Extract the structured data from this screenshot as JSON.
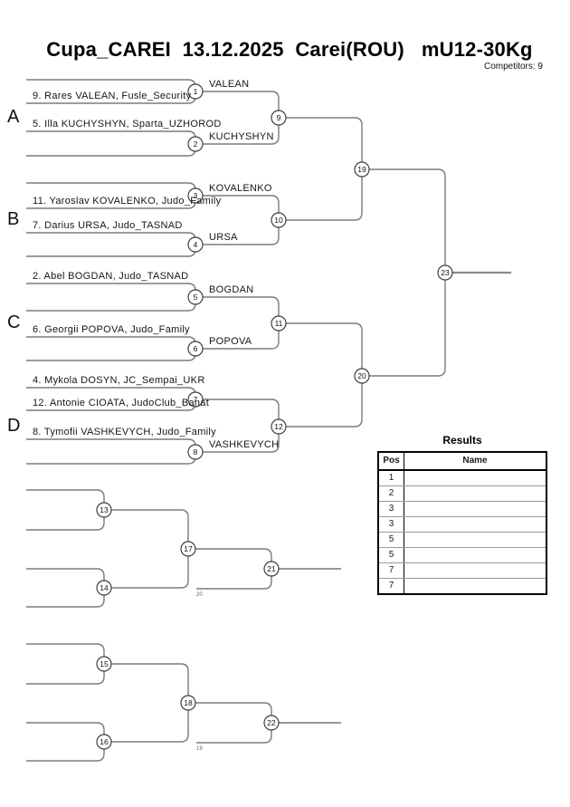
{
  "header": {
    "title": "Cupa_CAREI  13.12.2025  Carei(ROU)   mU12-30Kg",
    "competitors": "Competitors: 9"
  },
  "groups": {
    "a": "A",
    "b": "B",
    "c": "C",
    "d": "D"
  },
  "competitors": [
    {
      "name": "9. Rares VALEAN, Fusle_Security"
    },
    {
      "name": "5. Illa KUCHYSHYN, Sparta_UZHOROD"
    },
    {
      "name": "11. Yaroslav KOVALENKO, Judo_Family"
    },
    {
      "name": "7. Darius URSA, Judo_TASNAD"
    },
    {
      "name": "2. Abel BOGDAN, Judo_TASNAD"
    },
    {
      "name": "6. Georgii POPOVA, Judo_Family"
    },
    {
      "name": "4. Mykola DOSYN, JC_Sempai_UKR"
    },
    {
      "name": "12. Antonie CIOATA, JudoClub_Banat"
    },
    {
      "name": "8. Tymofii VASHKEVYCH, Judo_Family"
    }
  ],
  "winners": [
    {
      "label": "VALEAN"
    },
    {
      "label": "KUCHYSHYN"
    },
    {
      "label": "KOVALENKO"
    },
    {
      "label": "URSA"
    },
    {
      "label": "BOGDAN"
    },
    {
      "label": "POPOVA"
    },
    {
      "label": "VASHKEVYCH"
    }
  ],
  "matches": {
    "m1": "1",
    "m2": "2",
    "m3": "3",
    "m4": "4",
    "m5": "5",
    "m6": "6",
    "m7": "7",
    "m8": "8",
    "m9": "9",
    "m10": "10",
    "m11": "11",
    "m12": "12",
    "m13": "13",
    "m14": "14",
    "m15": "15",
    "m16": "16",
    "m17": "17",
    "m18": "18",
    "m19": "19",
    "m20": "20",
    "m21": "21",
    "m22": "22",
    "m23": "23"
  },
  "repechage": {
    "loser_ref_top": "20",
    "loser_ref_bottom": "19"
  },
  "results": {
    "title": "Results",
    "col_pos": "Pos",
    "col_name": "Name",
    "rows": [
      {
        "pos": "1",
        "name": ""
      },
      {
        "pos": "2",
        "name": ""
      },
      {
        "pos": "3",
        "name": ""
      },
      {
        "pos": "3",
        "name": ""
      },
      {
        "pos": "5",
        "name": ""
      },
      {
        "pos": "5",
        "name": ""
      },
      {
        "pos": "7",
        "name": ""
      },
      {
        "pos": "7",
        "name": ""
      }
    ]
  },
  "colors": {
    "line": "#7b7b7b",
    "text": "#1a1a1a",
    "background": "#ffffff"
  }
}
